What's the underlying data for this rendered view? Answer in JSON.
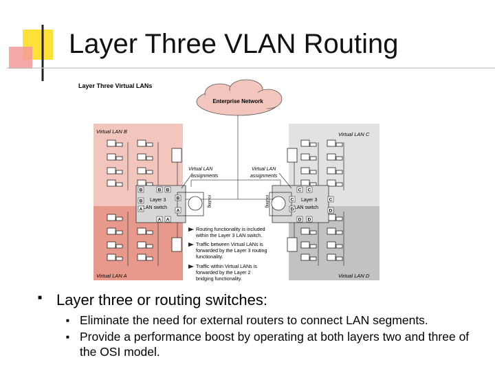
{
  "title": "Layer Three VLAN Routing",
  "diagram": {
    "heading": "Layer Three Virtual LANs",
    "cloud_label": "Enterprise Network",
    "vlans": {
      "b": "Virtual LAN B",
      "c": "Virtual LAN C",
      "a": "Virtual LAN A",
      "d": "Virtual LAN D"
    },
    "assignment_label_1": "Virtual LAN",
    "assignment_label_2": "assignments",
    "switch_label_1": "Layer 3",
    "switch_label_2": "LAN switch",
    "routing_label": "routing",
    "port_letters": {
      "a": "A",
      "b": "B",
      "c": "C",
      "d": "D"
    },
    "notes": [
      [
        "Routing functionality is included",
        "within the Layer 3 LAN switch."
      ],
      [
        "Traffic between Virtual LANs is",
        "forwarded by the Layer 3 routing",
        "functionality."
      ],
      [
        "Traffic within Virtual LANs is",
        "forwarded by the Layer 2",
        "bridging functionality."
      ]
    ]
  },
  "bullets": {
    "main": "Layer three or routing switches:",
    "subs": [
      "Eliminate the need for external routers to connect LAN segments.",
      "Provide a performance boost by operating at both layers two and three of the OSI model."
    ]
  },
  "colors": {
    "vlan_b": "#f2c6bd",
    "vlan_a": "#e79a8c",
    "vlan_c": "#dcdcdc",
    "vlan_d": "#bfbfbf",
    "accent_yellow": "#ffe13a",
    "accent_red": "#e84040"
  }
}
